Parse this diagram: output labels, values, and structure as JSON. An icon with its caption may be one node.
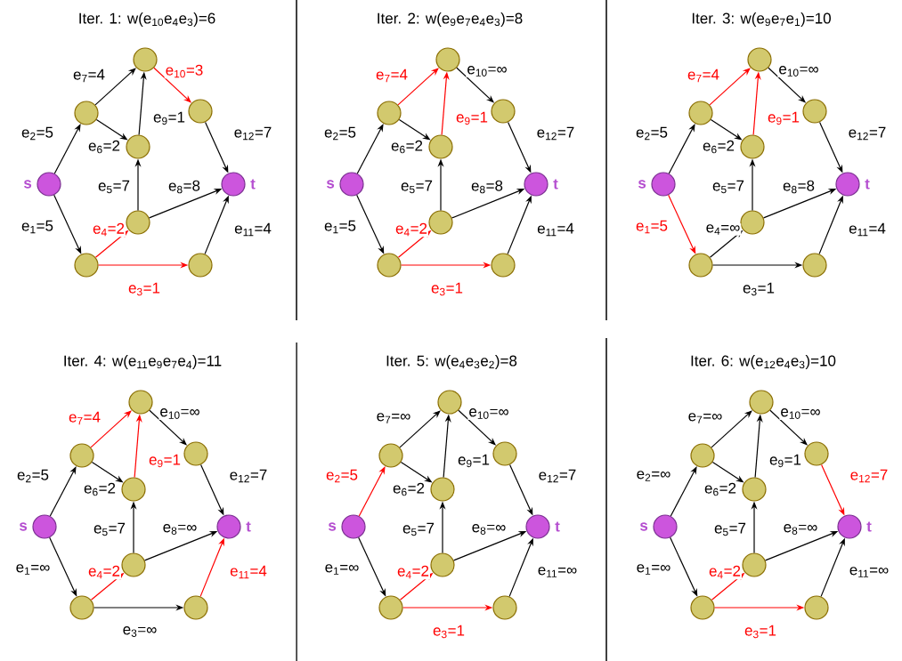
{
  "diagram": {
    "nodes": [
      {
        "text": [],
        "shape": "circle"
      },
      {
        "text": [],
        "shape": "circle"
      },
      {
        "text": [],
        "shape": "circle"
      },
      {
        "text": [],
        "shape": "circle"
      },
      {
        "text": [],
        "shape": "circle",
        "beside": [
          "s"
        ]
      },
      {
        "text": [],
        "shape": "circle",
        "beside": [
          "t"
        ]
      },
      {
        "text": [],
        "shape": "circle"
      },
      {
        "text": [],
        "shape": "circle"
      },
      {
        "text": [],
        "shape": "circle"
      },
      {
        "text": [],
        "shape": "circle"
      },
      {
        "text": [],
        "shape": "circle"
      },
      {
        "text": [],
        "shape": "circle"
      },
      {
        "text": [],
        "shape": "circle"
      },
      {
        "text": [],
        "shape": "circle",
        "beside": [
          "s"
        ]
      },
      {
        "text": [],
        "shape": "circle",
        "beside": [
          "t"
        ]
      },
      {
        "text": [],
        "shape": "circle"
      },
      {
        "text": [],
        "shape": "circle"
      },
      {
        "text": [],
        "shape": "circle"
      },
      {
        "text": [],
        "shape": "circle"
      },
      {
        "text": [],
        "shape": "circle"
      },
      {
        "text": [],
        "shape": "circle"
      },
      {
        "text": [],
        "shape": "circle"
      },
      {
        "text": [],
        "shape": "circle",
        "beside": [
          "s"
        ]
      },
      {
        "text": [],
        "shape": "circle",
        "beside": [
          "t"
        ]
      },
      {
        "text": [],
        "shape": "circle"
      },
      {
        "text": [],
        "shape": "circle"
      },
      {
        "text": [],
        "shape": "circle"
      },
      {
        "text": [],
        "shape": "circle"
      },
      {
        "text": [],
        "shape": "circle"
      },
      {
        "text": [],
        "shape": "circle"
      },
      {
        "text": [],
        "shape": "circle"
      },
      {
        "text": [],
        "shape": "circle",
        "beside": [
          "s"
        ]
      },
      {
        "text": [],
        "shape": "circle",
        "beside": [
          "t"
        ]
      },
      {
        "text": [],
        "shape": "circle"
      },
      {
        "text": [],
        "shape": "circle"
      },
      {
        "text": [],
        "shape": "circle"
      },
      {
        "text": [],
        "shape": "circle"
      },
      {
        "text": [],
        "shape": "circle"
      },
      {
        "text": [],
        "shape": "circle"
      },
      {
        "text": [],
        "shape": "circle"
      },
      {
        "text": [],
        "shape": "circle",
        "beside": [
          "s"
        ]
      },
      {
        "text": [],
        "shape": "circle",
        "beside": [
          "t"
        ]
      },
      {
        "text": [],
        "shape": "circle"
      },
      {
        "text": [],
        "shape": "circle"
      },
      {
        "text": [],
        "shape": "circle"
      },
      {
        "text": [],
        "shape": "circle"
      },
      {
        "text": [],
        "shape": "circle"
      },
      {
        "text": [],
        "shape": "circle"
      },
      {
        "text": [],
        "shape": "circle"
      },
      {
        "text": [],
        "shape": "circle",
        "beside": [
          "s"
        ]
      },
      {
        "text": [],
        "shape": "circle",
        "beside": [
          "t"
        ]
      },
      {
        "text": [],
        "shape": "circle"
      },
      {
        "text": [],
        "shape": "circle"
      },
      {
        "text": [],
        "shape": "circle"
      }
    ],
    "edges": [
      {
        "from": 4,
        "to": 7,
        "arrow": "to",
        "label": "e$_{1}$=5"
      },
      {
        "from": 4,
        "to": 1,
        "arrow": "to",
        "label": "e$_{2}$=5"
      },
      {
        "from": 7,
        "to": 8,
        "arrow": "to",
        "label": "e$_{3}$=1",
        "color": "#ff0000"
      },
      {
        "from": 7,
        "to": 6,
        "arrow": "to",
        "label": "e$_{4}$=2",
        "color": "#ff0000"
      },
      {
        "from": 6,
        "to": 3,
        "arrow": "to",
        "label": "e$_{5}$=7"
      },
      {
        "from": 1,
        "to": 3,
        "arrow": "to",
        "label": "e$_{6}$=2"
      },
      {
        "from": 1,
        "to": 0,
        "arrow": "to",
        "label": "e$_{7}$=4"
      },
      {
        "from": 6,
        "to": 5,
        "arrow": "to",
        "label": "e$_{8}$=8"
      },
      {
        "from": 3,
        "to": 0,
        "arrow": "to",
        "label": "e$_{9}$=1"
      },
      {
        "from": 0,
        "to": 2,
        "arrow": "to",
        "label": "e$_{10}$=3",
        "color": "#ff0000"
      },
      {
        "from": 8,
        "to": 5,
        "arrow": "to",
        "label": "e$_{11}$=4"
      },
      {
        "from": 2,
        "to": 5,
        "arrow": "to",
        "label": "e$_{12}$=7"
      },
      {
        "from": 13,
        "to": 16,
        "arrow": "to",
        "label": "e$_{1}$=5"
      },
      {
        "from": 13,
        "to": 10,
        "arrow": "to",
        "label": "e$_{2}$=5"
      },
      {
        "from": 16,
        "to": 17,
        "arrow": "to",
        "label": "e$_{3}$=1",
        "color": "#ff0000"
      },
      {
        "from": 16,
        "to": 15,
        "arrow": "to",
        "label": "e$_{4}$=2",
        "color": "#ff0000"
      },
      {
        "from": 15,
        "to": 12,
        "arrow": "to",
        "label": "e$_{5}$=7"
      },
      {
        "from": 10,
        "to": 12,
        "arrow": "to",
        "label": "e$_{6}$=2"
      },
      {
        "from": 10,
        "to": 9,
        "arrow": "to",
        "label": "e$_{7}$=4",
        "color": "#ff0000"
      },
      {
        "from": 15,
        "to": 14,
        "arrow": "to",
        "label": "e$_{8}$=8"
      },
      {
        "from": 12,
        "to": 9,
        "arrow": "to",
        "label": "e$_{9}$=1",
        "color": "#ff0000"
      },
      {
        "from": 9,
        "to": 11,
        "arrow": "to",
        "label": "e$_{10}$=∞"
      },
      {
        "from": 17,
        "to": 14,
        "arrow": "to",
        "label": "e$_{11}$=4"
      },
      {
        "from": 11,
        "to": 14,
        "arrow": "to",
        "label": "e$_{12}$=7"
      },
      {
        "from": 22,
        "to": 25,
        "arrow": "to",
        "label": "e$_{1}$=5",
        "color": "#ff0000"
      },
      {
        "from": 22,
        "to": 19,
        "arrow": "to",
        "label": "e$_{2}$=5"
      },
      {
        "from": 25,
        "to": 26,
        "arrow": "to",
        "label": "e$_{3}$=1"
      },
      {
        "from": 25,
        "to": 24,
        "arrow": "to",
        "label": "e$_{4}$=∞"
      },
      {
        "from": 24,
        "to": 21,
        "arrow": "to",
        "label": "e$_{5}$=7"
      },
      {
        "from": 19,
        "to": 21,
        "arrow": "to",
        "label": "e$_{6}$=2"
      },
      {
        "from": 19,
        "to": 18,
        "arrow": "to",
        "label": "e$_{7}$=4",
        "color": "#ff0000"
      },
      {
        "from": 24,
        "to": 23,
        "arrow": "to",
        "label": "e$_{8}$=8"
      },
      {
        "from": 21,
        "to": 18,
        "arrow": "to",
        "label": "e$_{9}$=1",
        "color": "#ff0000"
      },
      {
        "from": 18,
        "to": 20,
        "arrow": "to",
        "label": "e$_{10}$=∞"
      },
      {
        "from": 26,
        "to": 23,
        "arrow": "to",
        "label": "e$_{11}$=4"
      },
      {
        "from": 20,
        "to": 23,
        "arrow": "to",
        "label": "e$_{12}$=7"
      },
      {
        "from": 31,
        "to": 34,
        "arrow": "to",
        "label": "e$_{1}$=∞"
      },
      {
        "from": 31,
        "to": 28,
        "arrow": "to",
        "label": "e$_{2}$=5"
      },
      {
        "from": 34,
        "to": 35,
        "arrow": "to",
        "label": "e$_{3}$=∞"
      },
      {
        "from": 34,
        "to": 33,
        "arrow": "to",
        "label": "e$_{4}$=2",
        "color": "#ff0000"
      },
      {
        "from": 33,
        "to": 30,
        "arrow": "to",
        "label": "e$_{5}$=7"
      },
      {
        "from": 28,
        "to": 30,
        "arrow": "to",
        "label": "e$_{6}$=2"
      },
      {
        "from": 28,
        "to": 27,
        "arrow": "to",
        "label": "e$_{7}$=4",
        "color": "#ff0000"
      },
      {
        "from": 33,
        "to": 32,
        "arrow": "to",
        "label": "e$_{8}$=∞"
      },
      {
        "from": 30,
        "to": 27,
        "arrow": "to",
        "label": "e$_{9}$=1",
        "color": "#ff0000"
      },
      {
        "from": 27,
        "to": 29,
        "arrow": "to",
        "label": "e$_{10}$=∞"
      },
      {
        "from": 35,
        "to": 32,
        "arrow": "to",
        "label": "e$_{11}$=4",
        "color": "#ff0000"
      },
      {
        "from": 29,
        "to": 32,
        "arrow": "to",
        "label": "e$_{12}$=7"
      },
      {
        "from": 40,
        "to": 43,
        "arrow": "to",
        "label": "e$_{1}$=∞"
      },
      {
        "from": 40,
        "to": 37,
        "arrow": "to",
        "label": "e$_{2}$=5",
        "color": "#ff0000"
      },
      {
        "from": 43,
        "to": 44,
        "arrow": "to",
        "label": "e$_{3}$=1",
        "color": "#ff0000"
      },
      {
        "from": 43,
        "to": 42,
        "arrow": "to",
        "label": "e$_{4}$=2",
        "color": "#ff0000"
      },
      {
        "from": 42,
        "to": 39,
        "arrow": "to",
        "label": "e$_{5}$=7"
      },
      {
        "from": 37,
        "to": 39,
        "arrow": "to",
        "label": "e$_{6}$=2"
      },
      {
        "from": 37,
        "to": 36,
        "arrow": "to",
        "label": "e$_{7}$=∞"
      },
      {
        "from": 42,
        "to": 41,
        "arrow": "to",
        "label": "e$_{8}$=∞"
      },
      {
        "from": 39,
        "to": 36,
        "arrow": "to",
        "label": "e$_{9}$=1"
      },
      {
        "from": 36,
        "to": 38,
        "arrow": "to",
        "label": "e$_{10}$=∞"
      },
      {
        "from": 44,
        "to": 41,
        "arrow": "to",
        "label": "e$_{11}$=∞"
      },
      {
        "from": 38,
        "to": 41,
        "arrow": "to",
        "label": "e$_{12}$=7"
      },
      {
        "from": 49,
        "to": 52,
        "arrow": "to",
        "label": "e$_{1}$=∞"
      },
      {
        "from": 49,
        "to": 46,
        "arrow": "to",
        "label": "e$_{2}$=∞"
      },
      {
        "from": 52,
        "to": 53,
        "arrow": "to",
        "label": "e$_{3}$=1",
        "color": "#ff0000"
      },
      {
        "from": 52,
        "to": 51,
        "arrow": "to",
        "label": "e$_{4}$=2",
        "color": "#ff0000"
      },
      {
        "from": 51,
        "to": 48,
        "arrow": "to",
        "label": "e$_{5}$=7"
      },
      {
        "from": 46,
        "to": 48,
        "arrow": "to",
        "label": "e$_{6}$=2"
      },
      {
        "from": 46,
        "to": 45,
        "arrow": "to",
        "label": "e$_{7}$=∞"
      },
      {
        "from": 51,
        "to": 50,
        "arrow": "to",
        "label": "e$_{8}$=∞"
      },
      {
        "from": 48,
        "to": 45,
        "arrow": "to",
        "label": "e$_{9}$=1"
      },
      {
        "from": 45,
        "to": 47,
        "arrow": "to",
        "label": "e$_{10}$=∞"
      },
      {
        "from": 53,
        "to": 50,
        "arrow": "to",
        "label": "e$_{11}$=∞"
      },
      {
        "from": 47,
        "to": 50,
        "arrow": "to",
        "label": "e$_{12}$=7",
        "color": "#ff0000"
      }
    ],
    "labels": [
      "Iter. 1: w(e$_{10}$e$_{4}$e$_{3}$)=6",
      "Iter. 2: w(e$_{9}$e$_{7}$e$_{4}$e$_{3}$)=8",
      "Iter. 3: w(e$_{9}$e$_{7}$e$_{1}$)=10",
      "Iter. 4: w(e$_{11}$e$_{9}$e$_{7}$e$_{4}$)=11",
      "Iter. 5: w(e$_{4}$e$_{3}$e$_{2}$)=8",
      "Iter. 6: w(e$_{12}$e$_{4}$e$_{3}$)=10"
    ]
  }
}
